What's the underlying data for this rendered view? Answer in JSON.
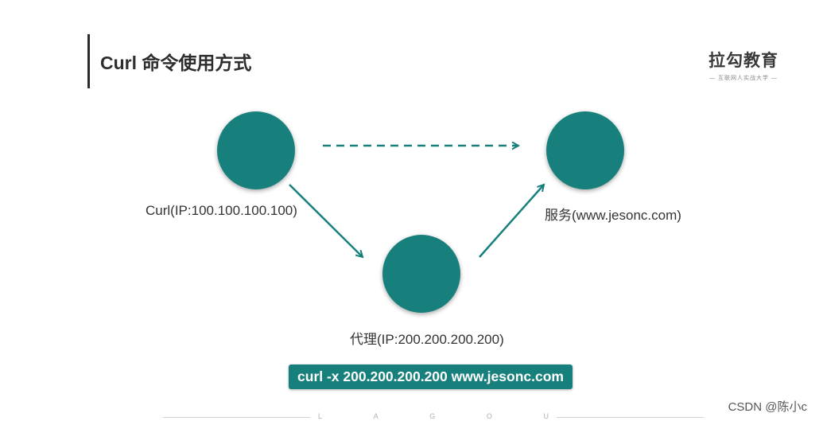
{
  "header": {
    "title": "Curl 命令使用方式"
  },
  "logo": {
    "main": "拉勾教育",
    "sub": "— 互联网人实战大学 —"
  },
  "diagram": {
    "nodes": {
      "client": {
        "label": "Curl(IP:100.100.100.100)"
      },
      "server": {
        "label": "服务(www.jesonc.com)"
      },
      "proxy": {
        "label": "代理(IP:200.200.200.200)"
      }
    },
    "command": "curl -x 200.200.200.200 www.jesonc.com",
    "colors": {
      "node": "#18807c",
      "arrow": "#18807c",
      "text": "#333333"
    }
  },
  "footer": {
    "letters": [
      "L",
      "A",
      "G",
      "O",
      "U"
    ]
  },
  "watermark": "CSDN @陈小c"
}
